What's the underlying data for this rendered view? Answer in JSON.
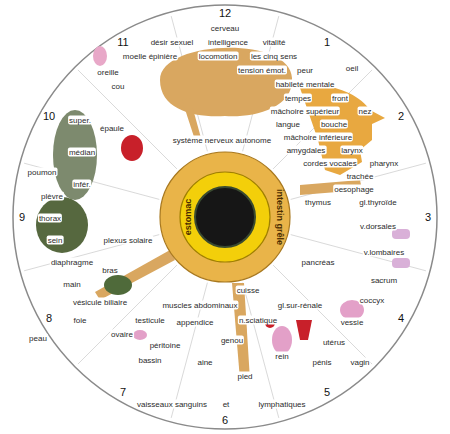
{
  "diagram": {
    "nodes": [
      {
        "text": [
          "intestin grêle"
        ]
      },
      {
        "text": [
          "estomac"
        ],
        "in": 0
      }
    ],
    "labels": [
      "12",
      "1",
      "2",
      "3",
      "4",
      "5",
      "6",
      "7",
      "8",
      "9",
      "10",
      "11",
      "cerveau",
      "désir sexuel",
      "intelligence",
      "vitalité",
      "moelle épinière",
      "locomotion",
      "les cinq sens",
      "tension émot.",
      "peur",
      "oeil",
      "habileté mentale",
      "tempes",
      "front",
      "mâchoire supérieur",
      "nez",
      "langue",
      "bouche",
      "mâchoire inférieure",
      "système nerveux autonome",
      "amygdales",
      "larynx",
      "cordes vocales",
      "pharynx",
      "trachée",
      "oesophage",
      "thymus",
      "gl.thyroïde",
      "v.dorsales",
      "v.lombaires",
      "pancréas",
      "sacrum",
      "cuisse",
      "coccyx",
      "gl.sur-rénale",
      "muscles abdominaux",
      "n.sciatique",
      "appendice",
      "testicule",
      "vessie",
      "genou",
      "utérus",
      "ovaire",
      "péritoine",
      "rein",
      "bassin",
      "aine",
      "pénis",
      "vagin",
      "pied",
      "vaisseaux sanguins",
      "et",
      "lymphatiques",
      "vésicule biliaire",
      "foie",
      "main",
      "bras",
      "diaphragme",
      "plexus solaire",
      "sein",
      "thorax",
      "plèvre",
      "poumon",
      "infér.",
      "médian",
      "super.",
      "épaule",
      "cou",
      "oreille",
      "peau"
    ]
  }
}
